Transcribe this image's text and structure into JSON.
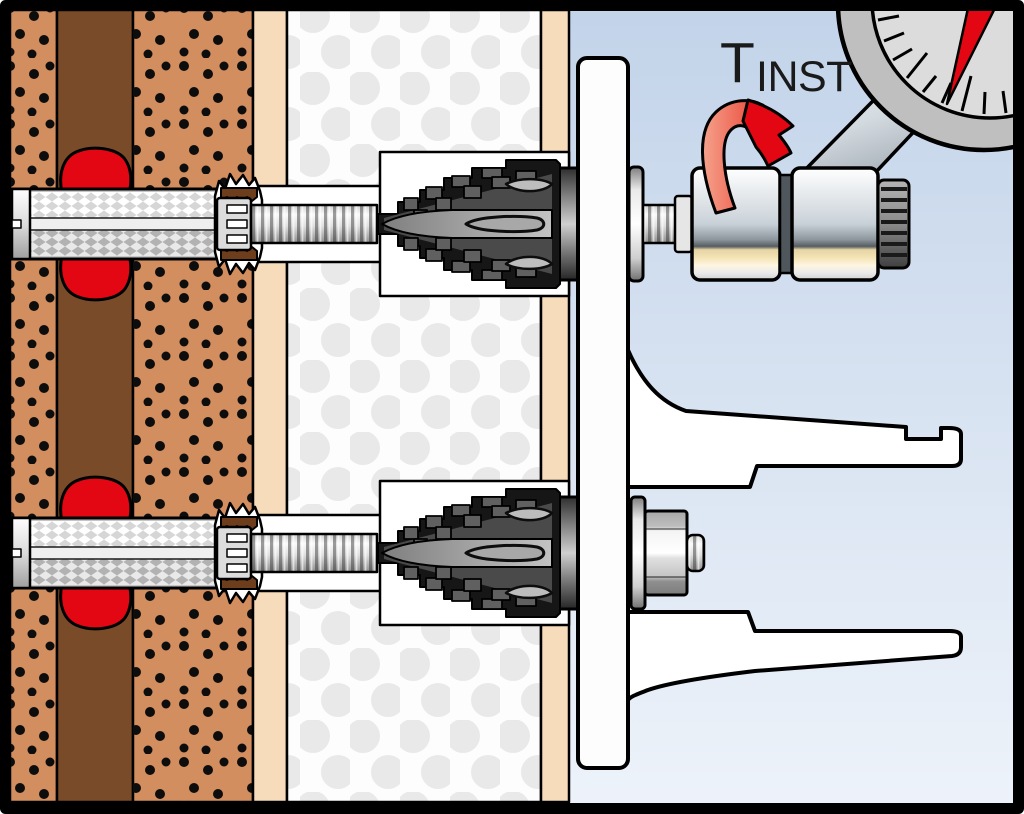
{
  "diagram": {
    "torque_label": {
      "main": "T",
      "subscript": "INST"
    }
  },
  "colors": {
    "accent_red": "#e30613",
    "arrow_red_light": "#f5a28c",
    "background_top": "#c2d3e9",
    "background_bottom": "#eef3fa",
    "brick": "#d38e5f",
    "mortar_brown": "#7a4b29",
    "plaster_cream": "#f6dcbb",
    "insulation_dot": "#e9e9e9",
    "frame_black": "#000000",
    "metal_light": "#f5f5f5",
    "cone_dark": "#161616"
  },
  "icons": {
    "rotation_arrow": "curved-red-arrow-clockwise",
    "torque_gauge": "dial-gauge-with-red-needle"
  }
}
